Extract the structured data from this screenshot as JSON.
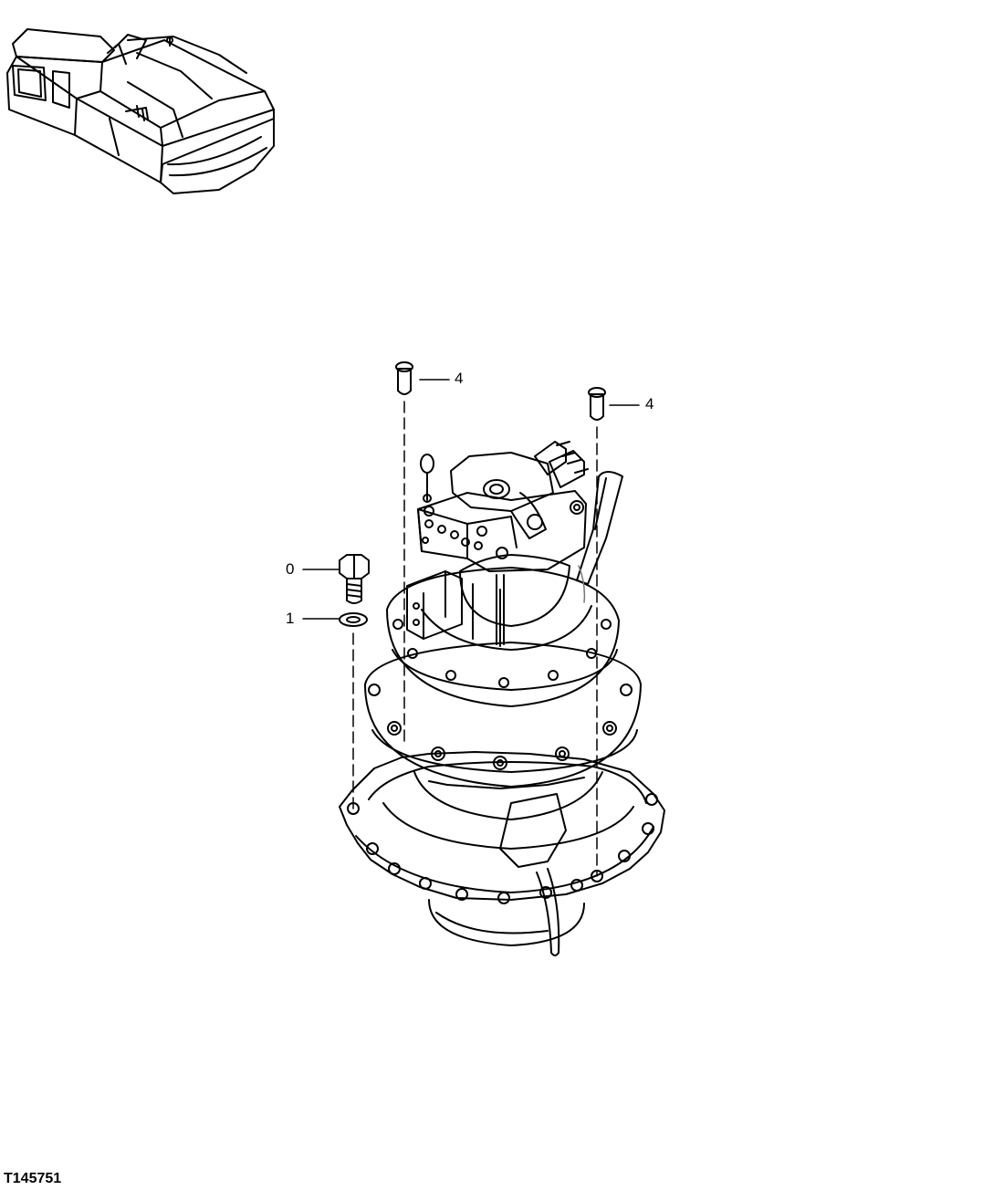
{
  "callouts": {
    "bolt": "0",
    "washer": "1",
    "pin_left": "4",
    "pin_right": "4"
  },
  "figure_id": "T145751",
  "colors": {
    "line": "#000000",
    "background": "#ffffff"
  }
}
